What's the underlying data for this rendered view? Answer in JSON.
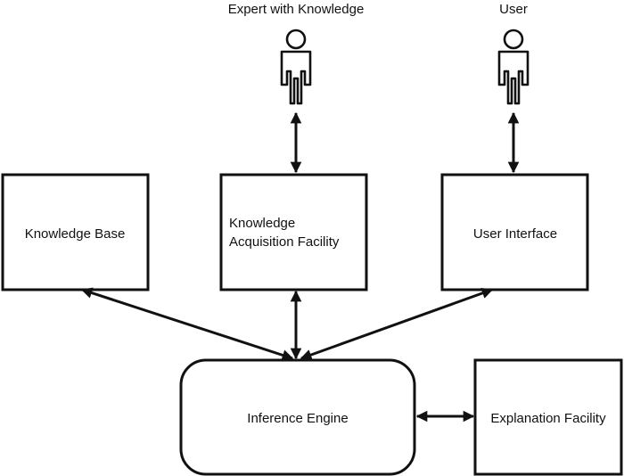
{
  "actors": {
    "expert": {
      "label": "Expert with Knowledge",
      "icon": "person-icon"
    },
    "user": {
      "label": "User",
      "icon": "person-icon"
    }
  },
  "components": {
    "knowledge_base": "Knowledge Base",
    "knowledge_acquisition": [
      "Knowledge",
      "Acquisition Facility"
    ],
    "user_interface": "User Interface",
    "inference_engine": "Inference Engine",
    "explanation_facility": "Explanation Facility"
  },
  "connections": [
    {
      "from": "expert",
      "to": "knowledge_acquisition",
      "direction": "both"
    },
    {
      "from": "user",
      "to": "user_interface",
      "direction": "both"
    },
    {
      "from": "knowledge_base",
      "to": "inference_engine",
      "direction": "both"
    },
    {
      "from": "knowledge_acquisition",
      "to": "inference_engine",
      "direction": "both"
    },
    {
      "from": "user_interface",
      "to": "inference_engine",
      "direction": "both"
    },
    {
      "from": "inference_engine",
      "to": "explanation_facility",
      "direction": "both"
    }
  ],
  "colors": {
    "stroke": "#111111",
    "fill": "#ffffff",
    "background": "#ffffff"
  }
}
